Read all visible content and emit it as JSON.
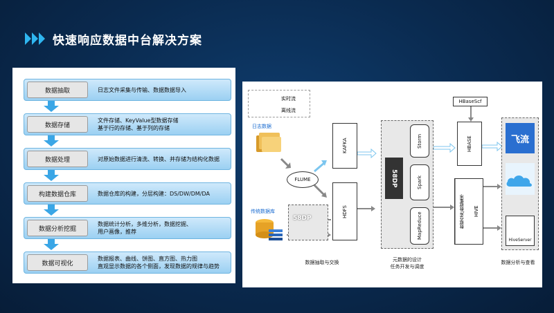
{
  "title": "快速响应数据中台解决方案",
  "steps": [
    {
      "label": "数据抽取",
      "lines": [
        "日志文件采集与传输、数据数据导入"
      ]
    },
    {
      "label": "数据存储",
      "lines": [
        "文件存储、KeyValue型数据存储",
        "基于行的存储、基于列的存储"
      ]
    },
    {
      "label": "数据处理",
      "lines": [
        "对原始数据进行清洗、转换、并存储为结构化数据"
      ]
    },
    {
      "label": "构建数据仓库",
      "lines": [
        "数据仓库的构建，分层构建：DS/DW/DM/DA"
      ]
    },
    {
      "label": "数据分析挖掘",
      "lines": [
        "数据统计分析，多维分析，数据挖掘、",
        "用户画像，推荐"
      ]
    },
    {
      "label": "数据可视化",
      "lines": [
        "数据报表、曲线、饼图、直方图、热力图",
        "直观显示数据的各个侧面，发现数据的规律与趋势"
      ]
    }
  ],
  "arch": {
    "legend_realtime": "实时流",
    "legend_offline": "离线流",
    "log_data": "日志数据",
    "trad_db": "传统数据库",
    "flume": "FLUME",
    "kafka": "KAFKA",
    "hdfs": "HDFS",
    "storm": "Storm",
    "spark": "Spark",
    "mapreduce": "MapReduce",
    "hbasescf": "HBaseScf",
    "hbase": "HBASE",
    "dw": "数据仓库/数据集市",
    "hive": "HIVE",
    "hiveserver": "HiveServer",
    "logo58": "58DP",
    "cap_extract": "数据抽取与交换",
    "cap_meta_1": "元数据的设计",
    "cap_meta_2": "任务开发与调度",
    "cap_analysis": "数据分析与查看",
    "feiliu": "飞流"
  },
  "colors": {
    "accent": "#2fb6f0",
    "step_fill": "#9bd0f2",
    "realtime_arrow": "#7cc6ef",
    "offline_arrow": "#888888"
  }
}
